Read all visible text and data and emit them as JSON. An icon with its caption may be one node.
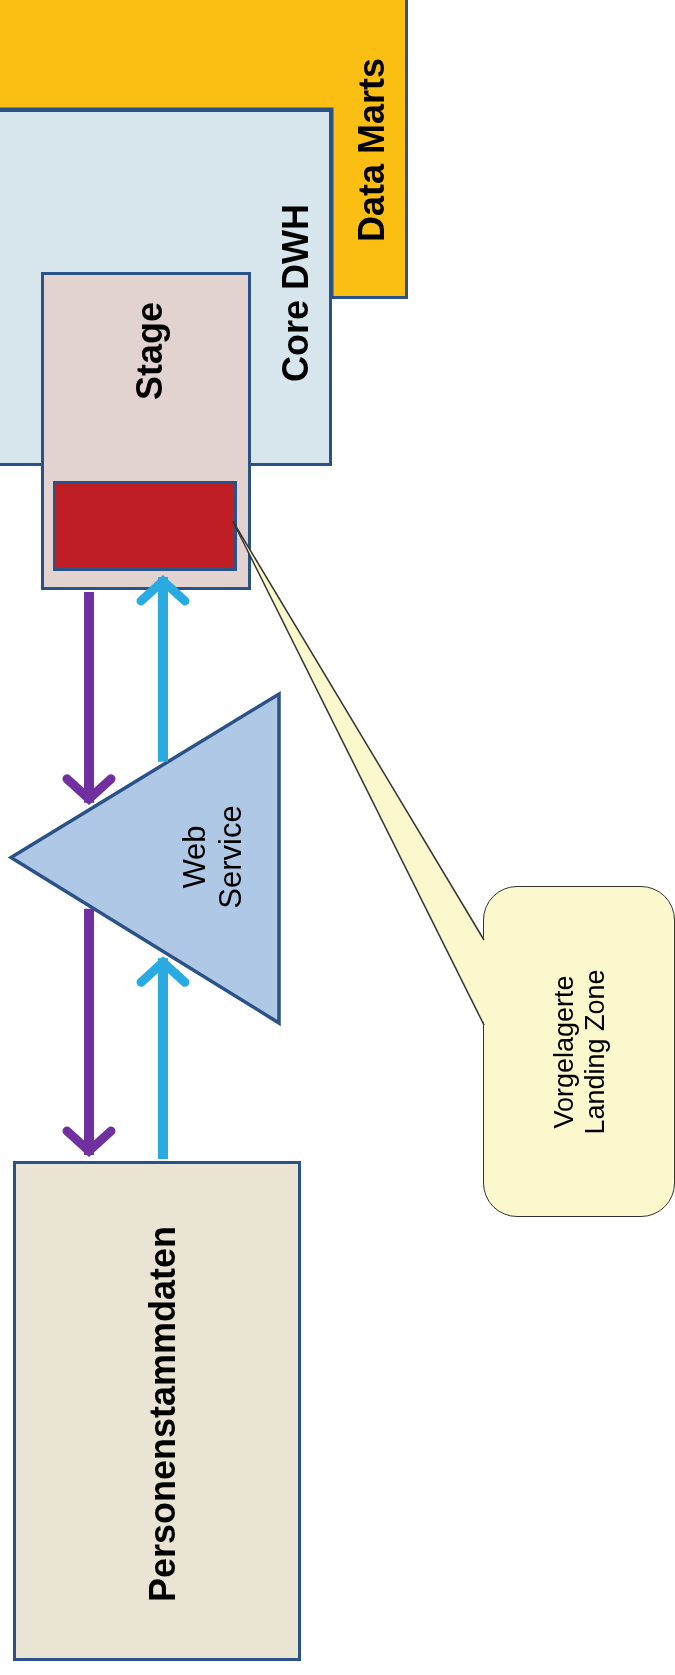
{
  "diagram": {
    "nodes": [
      {
        "text": [
          "Data Marts"
        ]
      },
      {
        "text": [
          "Core DWH"
        ]
      },
      {
        "text": [
          "Stage"
        ]
      },
      {
        "text": [],
        "shape": "box",
        "in": 2
      },
      {
        "text": [
          "Web Service"
        ]
      },
      {
        "text": [
          "Personenstammdaten"
        ]
      },
      {
        "text": [
          "Vorgelagerte Landing Zone"
        ]
      }
    ],
    "edges": [
      {
        "from": 2,
        "to": 4,
        "arrow": "to",
        "color": "#7030a0"
      },
      {
        "from": 4,
        "to": 3,
        "arrow": "to",
        "color": "#29abe2"
      },
      {
        "from": 4,
        "to": 5,
        "arrow": "to",
        "color": "#7030a0"
      },
      {
        "from": 5,
        "to": 4,
        "arrow": "to",
        "color": "#29abe2"
      },
      {
        "from": 6,
        "to": 3,
        "arrow": "none",
        "color": "#333333"
      }
    ]
  }
}
